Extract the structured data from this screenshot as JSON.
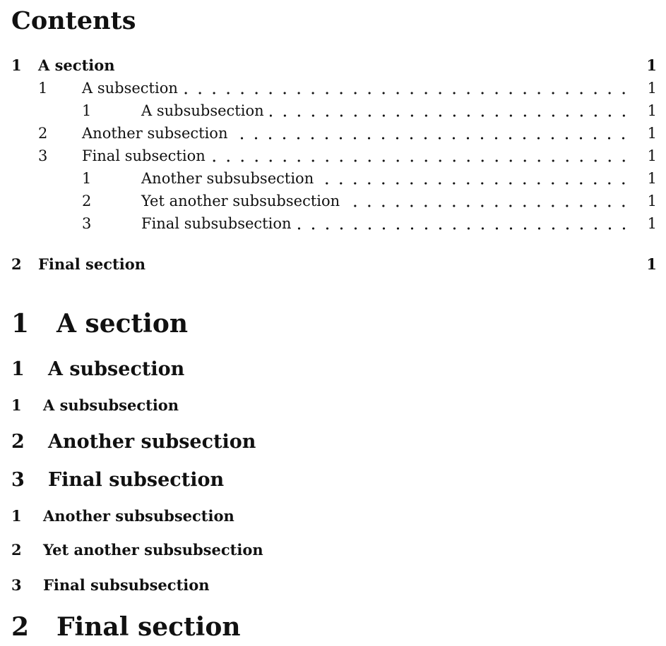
{
  "toc": {
    "title": "Contents",
    "entries": [
      {
        "level": "section",
        "num": "1",
        "title": "A section",
        "page": "1"
      },
      {
        "level": "sub",
        "num": "1",
        "title": "A subsection",
        "page": "1"
      },
      {
        "level": "subsub",
        "num": "1",
        "title": "A subsubsection",
        "page": "1"
      },
      {
        "level": "sub",
        "num": "2",
        "title": "Another subsection",
        "page": "1"
      },
      {
        "level": "sub",
        "num": "3",
        "title": "Final subsection",
        "page": "1"
      },
      {
        "level": "subsub",
        "num": "1",
        "title": "Another subsubsection",
        "page": "1"
      },
      {
        "level": "subsub",
        "num": "2",
        "title": "Yet another subsubsection",
        "page": "1"
      },
      {
        "level": "subsub",
        "num": "3",
        "title": "Final subsubsection",
        "page": "1"
      },
      {
        "level": "section",
        "num": "2",
        "title": "Final section",
        "page": "1"
      }
    ]
  },
  "body": {
    "headings": [
      {
        "level": "section",
        "num": "1",
        "title": "A section"
      },
      {
        "level": "sub",
        "num": "1",
        "title": "A subsection"
      },
      {
        "level": "subsub",
        "num": "1",
        "title": "A subsubsection"
      },
      {
        "level": "sub",
        "num": "2",
        "title": "Another subsection"
      },
      {
        "level": "sub",
        "num": "3",
        "title": "Final subsection"
      },
      {
        "level": "subsub",
        "num": "1",
        "title": "Another subsubsection"
      },
      {
        "level": "subsub",
        "num": "2",
        "title": "Yet another subsubsection"
      },
      {
        "level": "subsub",
        "num": "3",
        "title": "Final subsubsection"
      },
      {
        "level": "section",
        "num": "2",
        "title": "Final section"
      }
    ]
  }
}
